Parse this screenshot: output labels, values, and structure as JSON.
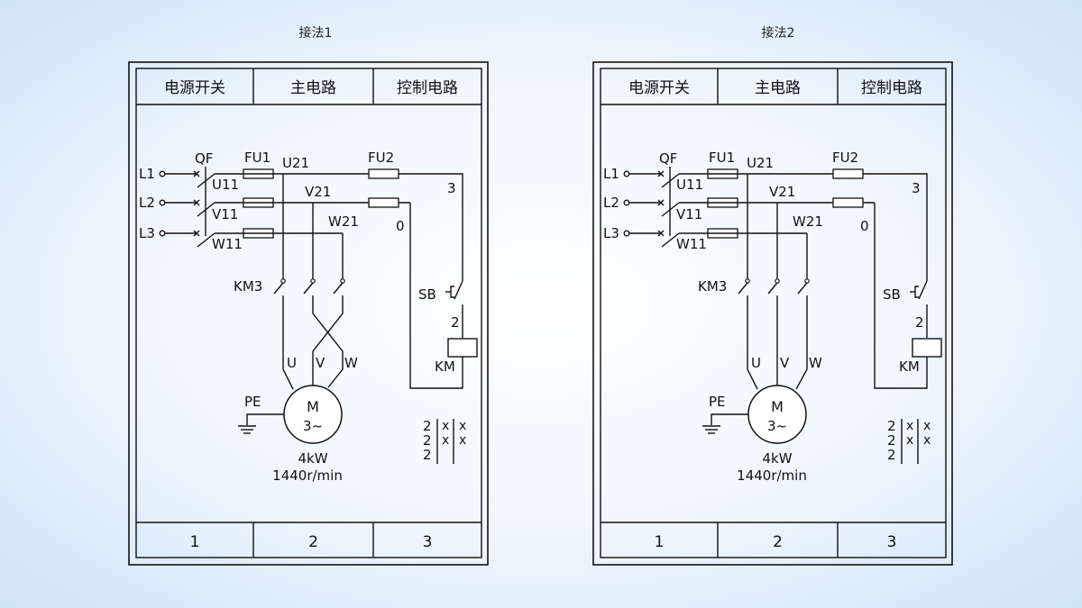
{
  "panels": [
    {
      "title": "接法1",
      "variant": "crossed",
      "header": [
        "电源开关",
        "主电路",
        "控制电路"
      ],
      "footer": [
        "1",
        "2",
        "3"
      ],
      "labels": {
        "L1": "L1",
        "L2": "L2",
        "L3": "L3",
        "QF": "QF",
        "FU1": "FU1",
        "FU2": "FU2",
        "U11": "U11",
        "V11": "V11",
        "W11": "W11",
        "U21": "U21",
        "V21": "V21",
        "W21": "W21",
        "KM3": "KM3",
        "U": "U",
        "V": "V",
        "W": "W",
        "PE": "PE",
        "M": "M",
        "phase": "3~",
        "power": "4kW",
        "speed": "1440r/min",
        "n3": "3",
        "n0": "0",
        "SB": "SB",
        "n2": "2",
        "KM": "KM"
      },
      "contact_table": {
        "left": [
          "2",
          "2",
          "2"
        ],
        "mid": [
          "x",
          "x"
        ],
        "right": [
          "x",
          "x"
        ]
      }
    },
    {
      "title": "接法2",
      "variant": "straight",
      "header": [
        "电源开关",
        "主电路",
        "控制电路"
      ],
      "footer": [
        "1",
        "2",
        "3"
      ],
      "labels": {
        "L1": "L1",
        "L2": "L2",
        "L3": "L3",
        "QF": "QF",
        "FU1": "FU1",
        "FU2": "FU2",
        "U11": "U11",
        "V11": "V11",
        "W11": "W11",
        "U21": "U21",
        "V21": "V21",
        "W21": "W21",
        "KM3": "KM3",
        "U": "U",
        "V": "V",
        "W": "W",
        "PE": "PE",
        "M": "M",
        "phase": "3~",
        "power": "4kW",
        "speed": "1440r/min",
        "n3": "3",
        "n0": "0",
        "SB": "SB",
        "n2": "2",
        "KM": "KM"
      },
      "contact_table": {
        "left": [
          "2",
          "2",
          "2"
        ],
        "mid": [
          "x",
          "x"
        ],
        "right": [
          "x",
          "x"
        ]
      }
    }
  ]
}
